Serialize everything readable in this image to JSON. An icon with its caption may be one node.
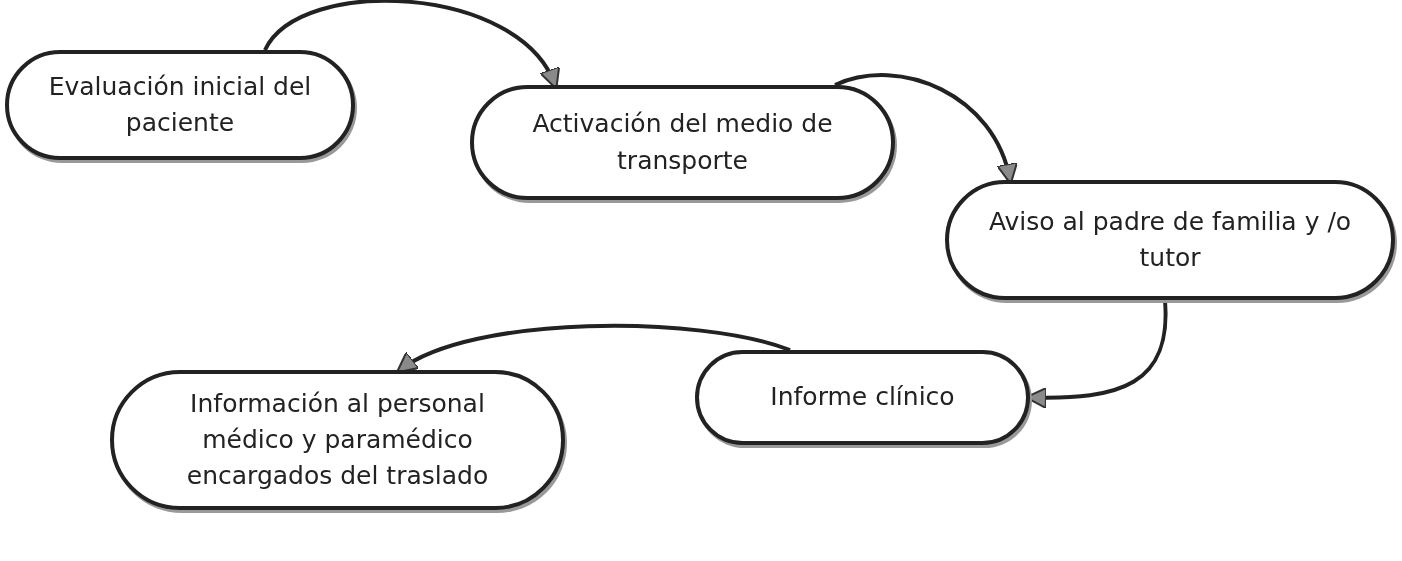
{
  "diagram": {
    "nodes": [
      {
        "text": [
          "Evaluación inicial del paciente"
        ]
      },
      {
        "text": [
          "Activación del medio de transporte"
        ]
      },
      {
        "text": [
          "Aviso al padre de familia y /o tutor"
        ]
      },
      {
        "text": [
          "Informe clínico"
        ]
      },
      {
        "text": [
          "Información al personal médico y paramédico encargados del traslado"
        ]
      }
    ],
    "edges": [
      {
        "from": 0,
        "to": 1,
        "arrow": "to"
      },
      {
        "from": 1,
        "to": 2,
        "arrow": "to"
      },
      {
        "from": 2,
        "to": 3,
        "arrow": "to"
      },
      {
        "from": 3,
        "to": 4,
        "arrow": "to"
      }
    ]
  }
}
